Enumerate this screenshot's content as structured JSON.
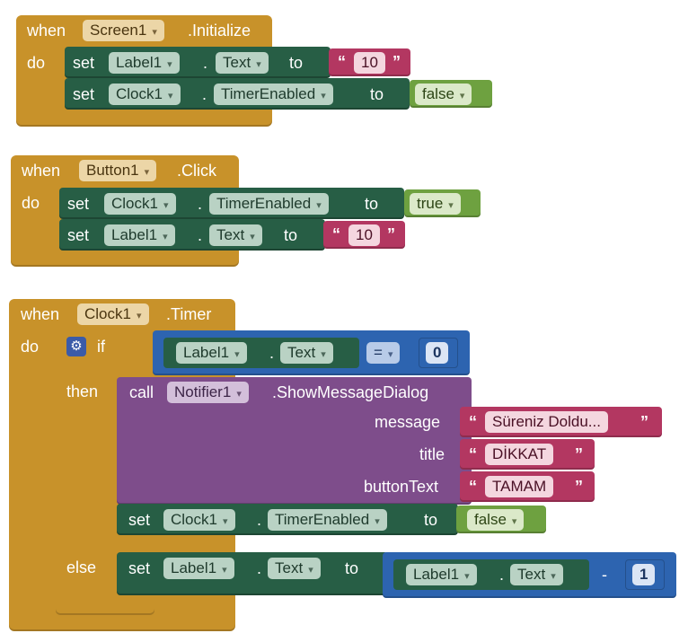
{
  "common": {
    "when": "when",
    "do": "do",
    "set": "set",
    "to": "to",
    "dot": ".",
    "if": "if",
    "then": "then",
    "else": "else",
    "call": "call",
    "quote_open": "“",
    "quote_close": "”",
    "caret": "▾"
  },
  "block1": {
    "component": "Screen1",
    "event": ".Initialize",
    "s1": {
      "component": "Label1",
      "property": "Text",
      "value": "10"
    },
    "s2": {
      "component": "Clock1",
      "property": "TimerEnabled",
      "value": "false"
    }
  },
  "block2": {
    "component": "Button1",
    "event": ".Click",
    "s1": {
      "component": "Clock1",
      "property": "TimerEnabled",
      "value": "true"
    },
    "s2": {
      "component": "Label1",
      "property": "Text",
      "value": "10"
    }
  },
  "block3": {
    "component": "Clock1",
    "event": ".Timer",
    "cond": {
      "component": "Label1",
      "property": "Text",
      "op": "=",
      "value": "0"
    },
    "call": {
      "component": "Notifier1",
      "method": ".ShowMessageDialog",
      "arg_message": "message",
      "val_message": "Süreniz Doldu...",
      "arg_title": "title",
      "val_title": "DİKKAT",
      "arg_button": "buttonText",
      "val_button": "TAMAM"
    },
    "then_set": {
      "component": "Clock1",
      "property": "TimerEnabled",
      "value": "false"
    },
    "else_set": {
      "component": "Label1",
      "property": "Text",
      "get_component": "Label1",
      "get_property": "Text",
      "op": "-",
      "value": "1"
    }
  },
  "colors": {
    "event": "#c8922a",
    "setter": "#275e45",
    "string": "#b33761",
    "boolean": "#6ea140",
    "math": "#2d64b0",
    "procedure": "#7e4d8b"
  },
  "icons": {
    "mutator": "gear-icon"
  }
}
